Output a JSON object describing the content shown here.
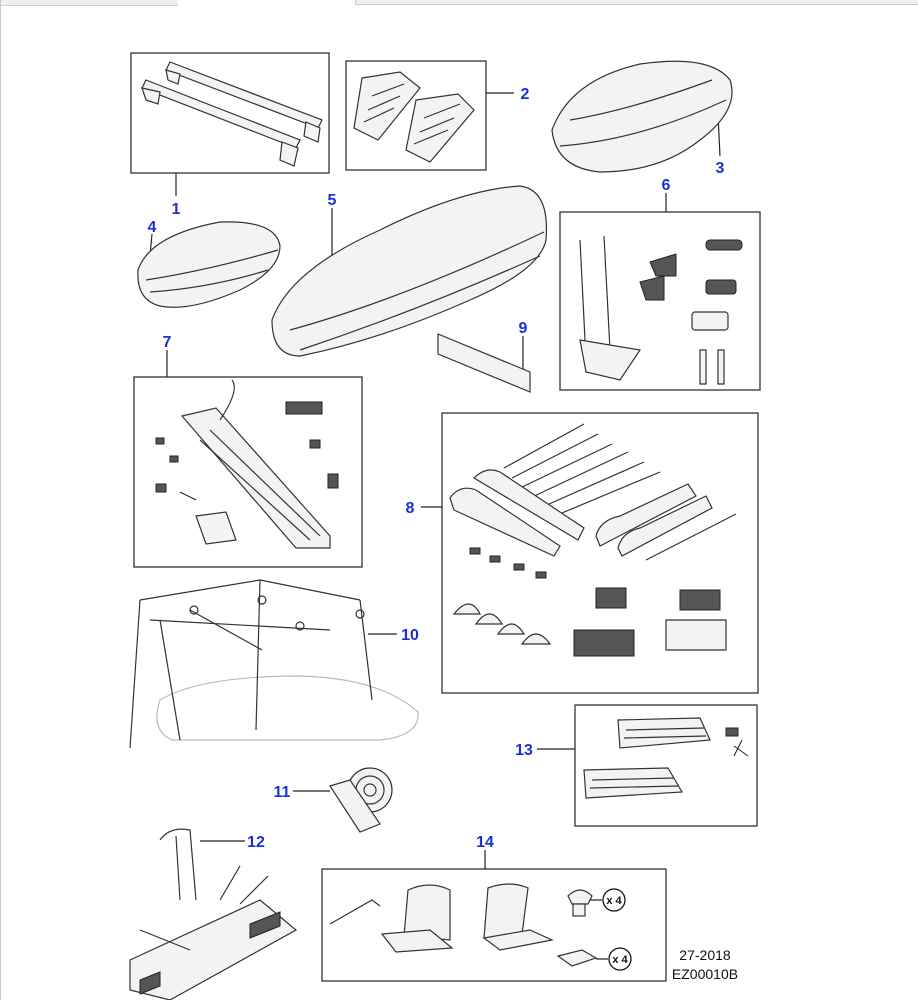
{
  "callouts": [
    "1",
    "2",
    "3",
    "4",
    "5",
    "6",
    "7",
    "8",
    "9",
    "10",
    "11",
    "12",
    "13",
    "14"
  ],
  "quantities": {
    "bolt": "x 4",
    "nut": "x 4"
  },
  "footer": {
    "date": "27-2018",
    "code": "EZ00010B"
  },
  "colors": {
    "callout": "#1a2fd6"
  }
}
